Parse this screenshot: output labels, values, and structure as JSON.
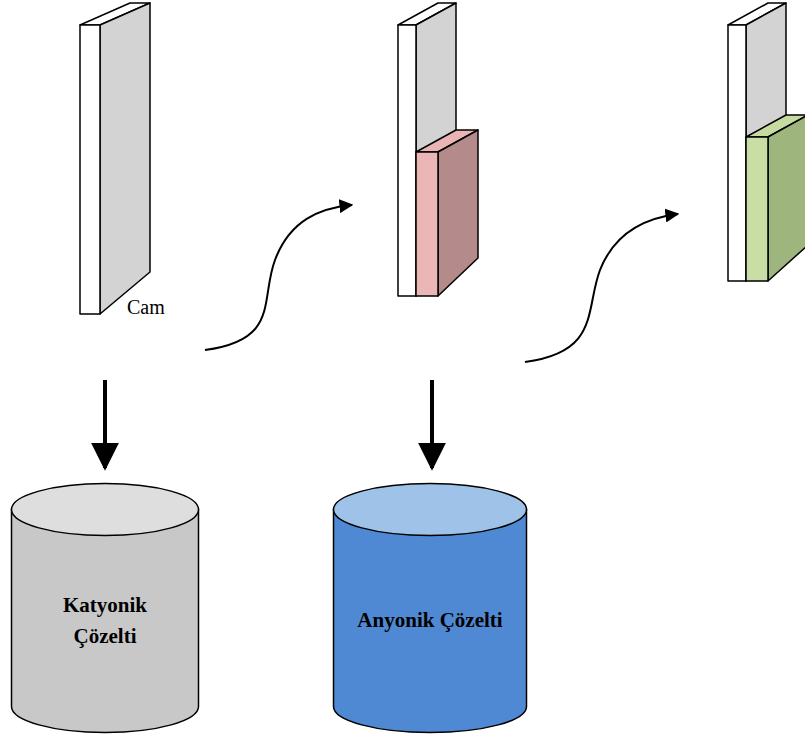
{
  "diagram": {
    "nodes": [
      {
        "text": [
          "Katyonik Çözelti"
        ]
      },
      {
        "text": [
          "Anyonik Çözelti"
        ]
      }
    ],
    "labels": [
      "Cam"
    ]
  }
}
